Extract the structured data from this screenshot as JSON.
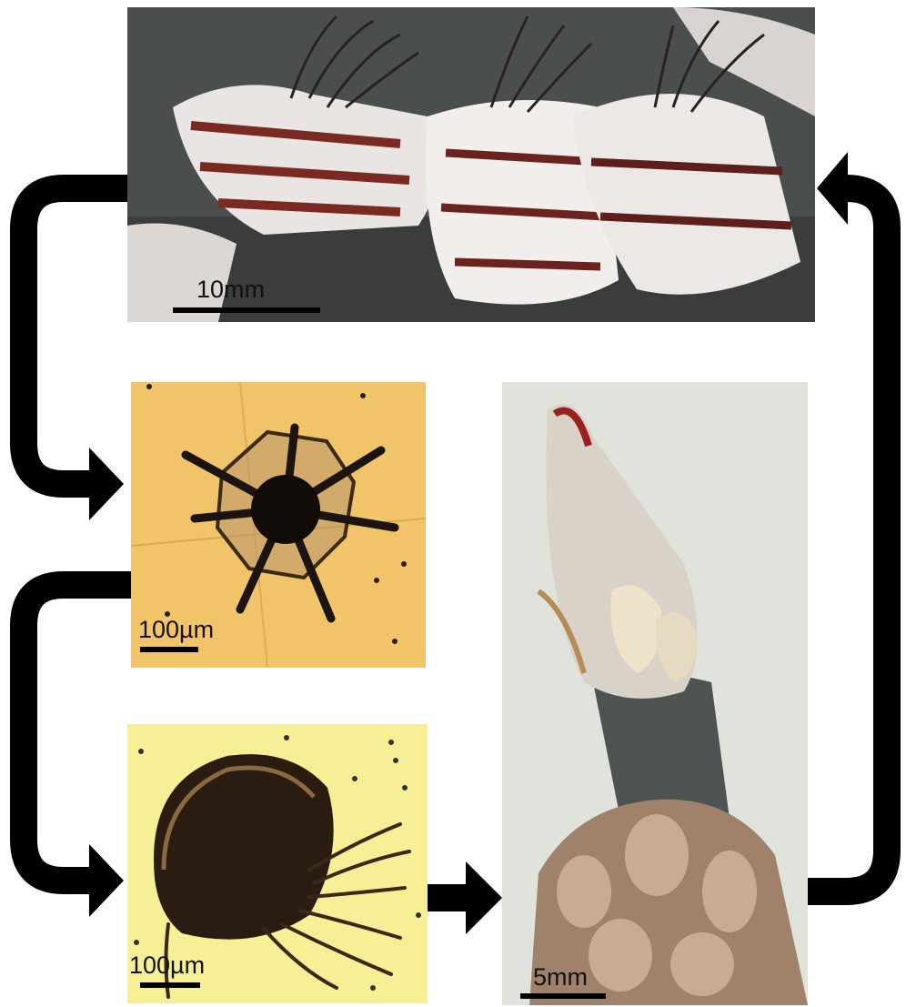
{
  "panels": {
    "adult": {
      "scale_label": "10mm"
    },
    "nauplius": {
      "scale_label": "100µm"
    },
    "cyprid": {
      "scale_label": "100µm"
    },
    "juvenile": {
      "scale_label": "5mm"
    }
  },
  "colors": {
    "arrow": "#000000",
    "nauplius_background": "#f2c46a",
    "cyprid_background": "#f7ef95",
    "juvenile_background": "#dfe3dc",
    "adult_rock": "#4a4e4c"
  }
}
